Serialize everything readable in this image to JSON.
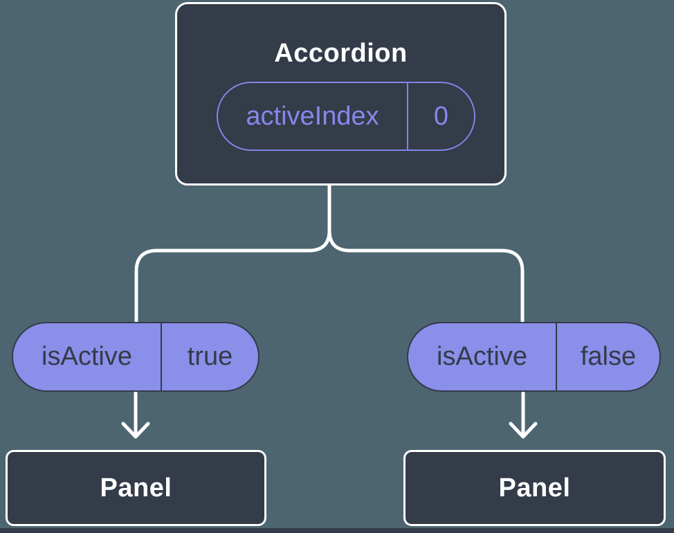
{
  "diagram": {
    "kind": "react-component-tree",
    "root_node": {
      "title": "Accordion",
      "state": {
        "name": "activeIndex",
        "value": "0"
      }
    },
    "children": [
      {
        "prop": {
          "name": "isActive",
          "value": "true"
        },
        "node": {
          "title": "Panel"
        }
      },
      {
        "prop": {
          "name": "isActive",
          "value": "false"
        },
        "node": {
          "title": "Panel"
        }
      }
    ]
  },
  "colors": {
    "background": "#4d6570",
    "node_fill": "#343b49",
    "node_border": "#ffffff",
    "connector": "#ffffff",
    "pill_fill": "#8a8fe9",
    "pill_dark_text": "#343b49",
    "accent_purple": "#8085e8"
  }
}
